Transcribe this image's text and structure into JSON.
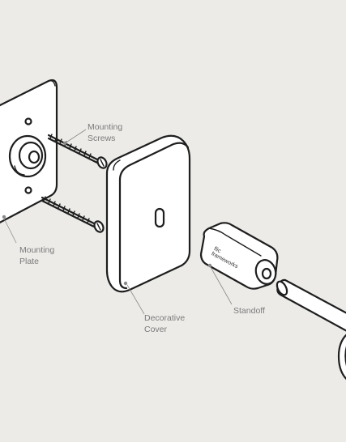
{
  "labels": {
    "mounting_screws": [
      "Mounting",
      "Screws"
    ],
    "mounting_plate": [
      "Mounting",
      "Plate"
    ],
    "decorative_cover": [
      "Decorative",
      "Cover"
    ],
    "standoff": [
      "Standoff"
    ]
  },
  "brand_mark": [
    "flic",
    "frameworks"
  ],
  "colors": {
    "background": "#ecebe8",
    "line": "#1e1e1e",
    "label": "#7a7a7a",
    "fill": "#ffffff"
  }
}
